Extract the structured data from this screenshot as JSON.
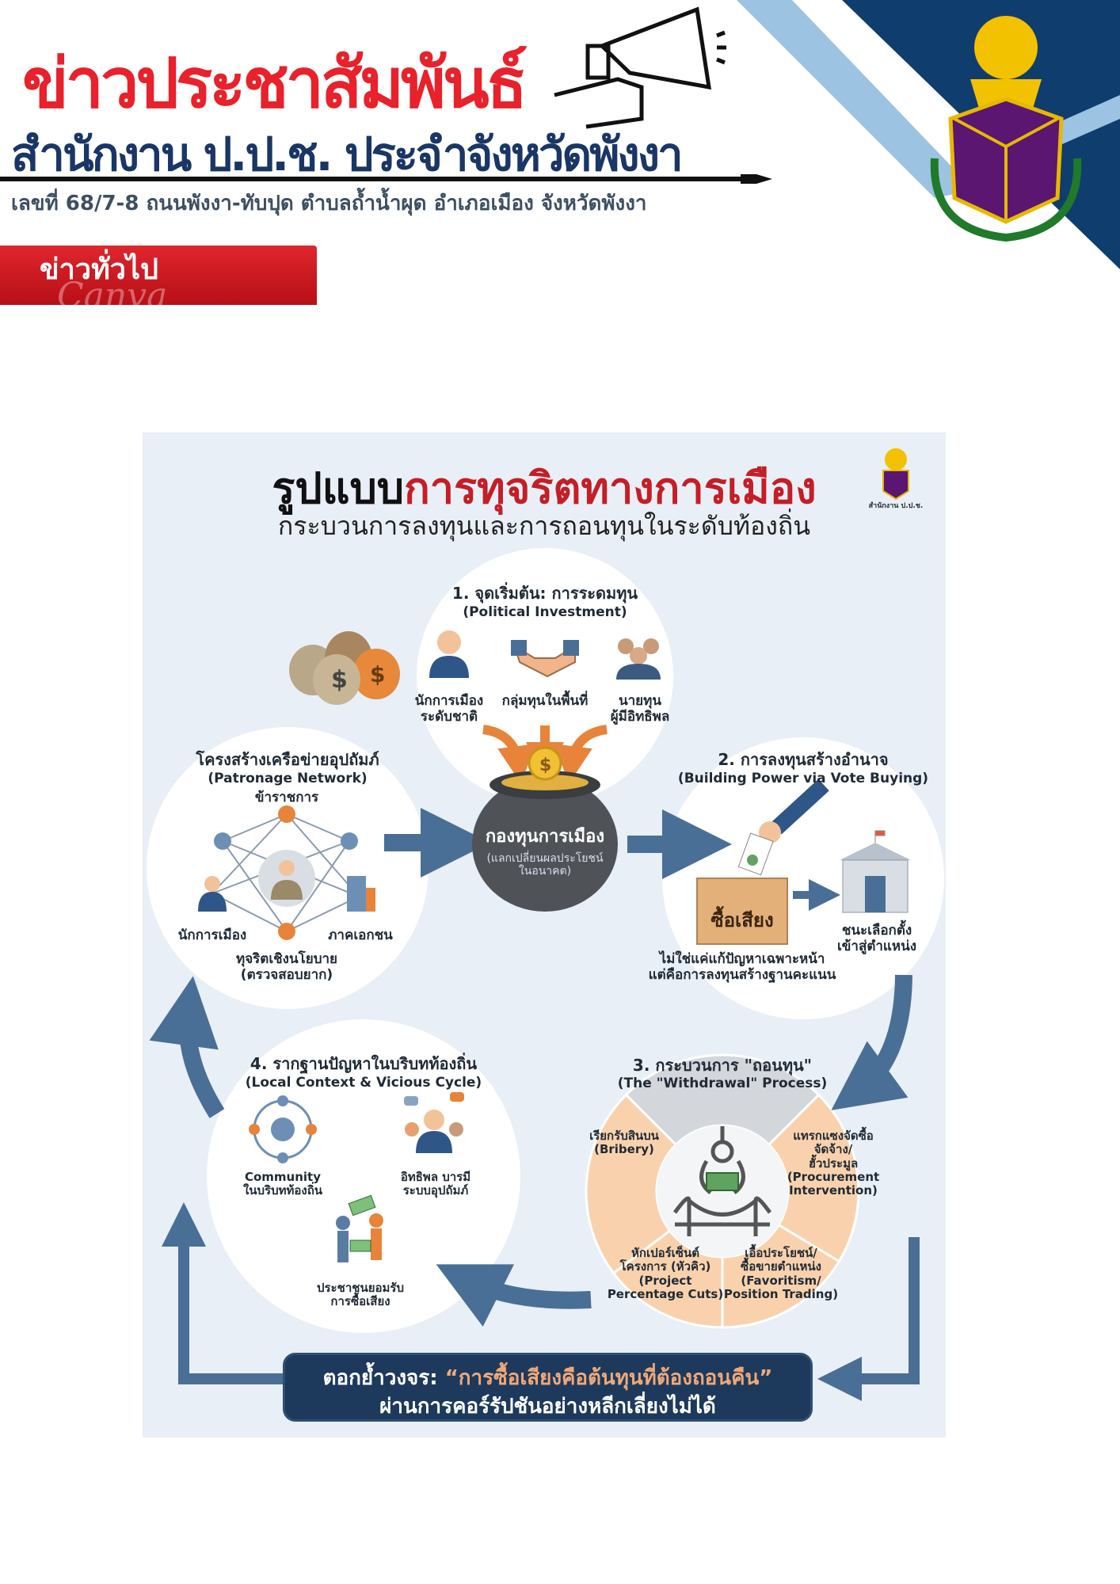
{
  "header": {
    "title": "ข่าวประชาสัมพันธ์",
    "office": "สำนักงาน ป.ป.ช. ประจำจังหวัดพังงา",
    "address": "เลขที่ 68/7-8 ถนนพังงา-ทับปุด ตำบลถ้ำน้ำผุด อำเภอเมือง จังหวัดพังงา",
    "category": "ข่าวทั่วไป",
    "watermark": "Canva",
    "colors": {
      "red": "#e8212b",
      "navy": "#1a3667",
      "band": "#0f3d6e",
      "light_band": "#9cc3e2"
    }
  },
  "infographic": {
    "title_plain": "รูปแบบ",
    "title_red": "การทุจริตทางการเมือง",
    "subtitle": "กระบวนการลงทุนและการถอนทุนในระดับท้องถิ่น",
    "logo_caption": "สำนักงาน ป.ป.ช.",
    "step1": {
      "title": "1. จุดเริ่มต้น: การระดมทุน",
      "subtitle": "(Political Investment)",
      "actors": [
        {
          "l1": "นักการเมือง",
          "l2": "ระดับชาติ"
        },
        {
          "l1": "กลุ่มทุนในพื้นที่",
          "l2": ""
        },
        {
          "l1": "นายทุน",
          "l2": "ผู้มีอิทธิพล"
        }
      ]
    },
    "fund": {
      "title": "กองทุนการเมือง",
      "l2": "(แลกเปลี่ยนผลประโยชน์",
      "l3": "ในอนาคต)"
    },
    "network": {
      "title": "โครงสร้างเครือข่ายอุปถัมภ์",
      "subtitle": "(Patronage Network)",
      "top": "ข้าราชการ",
      "left": "นักการเมือง",
      "right": "ภาคเอกชน",
      "bottom1": "ทุจริตเชิงนโยบาย",
      "bottom2": "(ตรวจสอบยาก)"
    },
    "step2": {
      "title": "2. การลงทุนสร้างอำนาจ",
      "subtitle": "(Building Power via Vote Buying)",
      "box": "ซื้อเสียง",
      "win1": "ชนะเลือกตั้ง",
      "win2": "เข้าสู่ตำแหน่ง",
      "note1": "ไม่ใช่แค่แก้ปัญหาเฉพาะหน้า",
      "note2": "แต่คือการลงทุนสร้างฐานคะแนน"
    },
    "step3": {
      "title": "3. กระบวนการ \"ถอนทุน\"",
      "subtitle": "(The \"Withdrawal\" Process)",
      "bribery": [
        "เรียกรับสินบน",
        "(Bribery)"
      ],
      "procurement": [
        "แทรกแซงจัดซื้อ",
        "จัดจ้าง/",
        "ฮั้วประมูล",
        "(Procurement",
        "Intervention)"
      ],
      "percentage": [
        "หักเปอร์เซ็นต์",
        "โครงการ (หัวคิว)",
        "(Project",
        "Percentage Cuts)"
      ],
      "favoritism": [
        "เอื้อประโยชน์/",
        "ซื้อขายตำแหน่ง",
        "(Favoritism/",
        "Position Trading)"
      ]
    },
    "step4": {
      "title": "4. รากฐานปัญหาในบริบทท้องถิ่น",
      "subtitle": "(Local Context & Vicious Cycle)",
      "community1": "Community",
      "community2": "ในบริบทท้องถิ่น",
      "influence1": "อิทธิพล บารมี",
      "influence2": "ระบบอุปถัมภ์",
      "people1": "ประชาชนยอมรับ",
      "people2": "การซื้อเสียง"
    },
    "banner": {
      "prefix": "ตอกย้ำวงจร: ",
      "quote": "“การซื้อเสียงคือต้นทุนที่ต้องถอนคืน”",
      "line2": "ผ่านการคอร์รัปชันอย่างหลีกเลี่ยงไม่ได้"
    }
  }
}
